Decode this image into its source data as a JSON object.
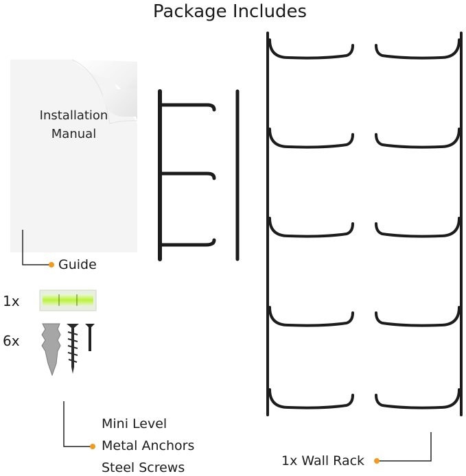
{
  "title": "Package Includes",
  "manual": {
    "line1": "Installation",
    "line2": "Manual"
  },
  "labels": {
    "guide": "Guide",
    "level_qty": "1x",
    "hardware_qty": "6x",
    "mini_level": "Mini Level",
    "metal_anchors": "Metal Anchors",
    "steel_screws": "Steel Screws",
    "wall_rack": "1x Wall Rack"
  },
  "colors": {
    "accent_dot": "#f39a1e",
    "rack": "#1c1c1c",
    "level_liquid": "#b9f43a"
  }
}
